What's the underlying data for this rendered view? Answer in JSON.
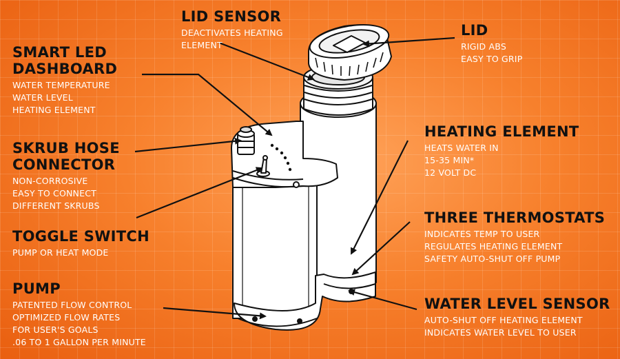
{
  "labels": {
    "lid_sensor": {
      "title": "LID SENSOR",
      "lines": [
        "DEACTIVATES HEATING",
        "ELEMENT"
      ]
    },
    "lid": {
      "title": "LID",
      "lines": [
        "RIGID ABS",
        "EASY TO GRIP"
      ]
    },
    "smart_led_dashboard": {
      "title_lines": [
        "SMART LED",
        "DASHBOARD"
      ],
      "lines": [
        "WATER TEMPERATURE",
        "WATER LEVEL",
        "HEATING ELEMENT"
      ]
    },
    "skrub_hose_connector": {
      "title_lines": [
        "SKRUB HOSE",
        "CONNECTOR"
      ],
      "lines": [
        "NON-CORROSIVE",
        "EASY TO CONNECT",
        "DIFFERENT SKRUBS"
      ]
    },
    "toggle_switch": {
      "title": "TOGGLE SWITCH",
      "lines": [
        "PUMP OR HEAT MODE"
      ]
    },
    "pump": {
      "title": "PUMP",
      "lines": [
        "PATENTED FLOW CONTROL",
        "OPTIMIZED FLOW RATES",
        "FOR USER'S GOALS",
        ".06 TO 1 GALLON PER MINUTE"
      ]
    },
    "heating_element": {
      "title": "HEATING ELEMENT",
      "lines": [
        "HEATS WATER IN",
        "15-35 MIN*",
        "12 VOLT DC"
      ]
    },
    "three_thermostats": {
      "title": "THREE THERMOSTATS",
      "lines": [
        "INDICATES TEMP TO USER",
        "REGULATES HEATING ELEMENT",
        "SAFETY AUTO-SHUT OFF PUMP"
      ]
    },
    "water_level_sensor": {
      "title": "WATER LEVEL SENSOR",
      "lines": [
        "AUTO-SHUT OFF HEATING ELEMENT",
        "INDICATES WATER LEVEL TO USER"
      ]
    }
  },
  "colors": {
    "background": "#f7802c",
    "heading": "#111111",
    "description": "#ffffff",
    "device_fill": "#ffffff",
    "outline": "#111111"
  }
}
